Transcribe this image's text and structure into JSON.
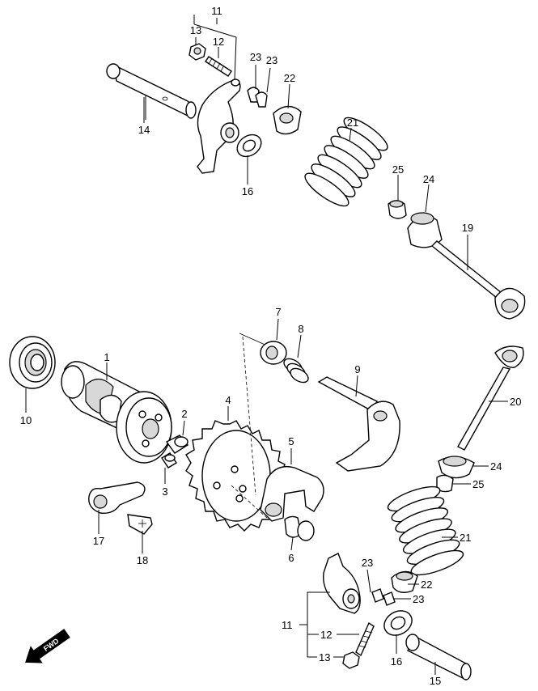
{
  "labels": {
    "l1": "1",
    "l2": "2",
    "l3": "3",
    "l4": "4",
    "l5": "5",
    "l6": "6",
    "l7": "7",
    "l8": "8",
    "l9": "9",
    "l10": "10",
    "l11_top": "11",
    "l12_top": "12",
    "l13_top": "13",
    "l14": "14",
    "l15": "15",
    "l16_top": "16",
    "l16_bot": "16",
    "l17": "17",
    "l18": "18",
    "l19": "19",
    "l20": "20",
    "l21_top": "21",
    "l21_bot": "21",
    "l22_top": "22",
    "l22_bot": "22",
    "l23_top_a": "23",
    "l23_top_b": "23",
    "l23_bot_a": "23",
    "l23_bot_b": "23",
    "l24_top": "24",
    "l24_bot": "24",
    "l25_top": "25",
    "l25_bot": "25",
    "l11_bot": "11",
    "l12_bot": "12",
    "l13_bot": "13"
  },
  "fwd": {
    "text": "FWD"
  }
}
